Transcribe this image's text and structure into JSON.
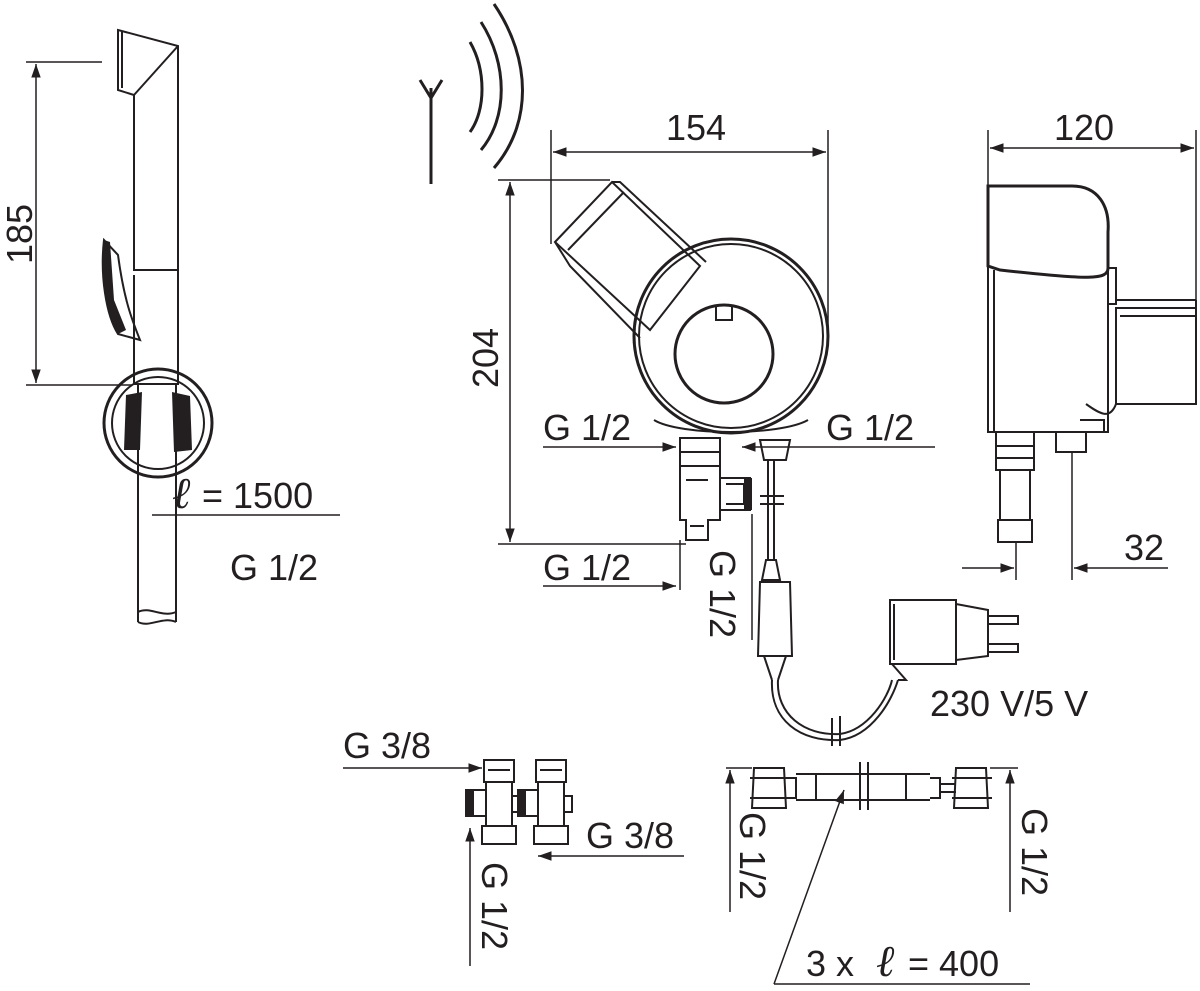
{
  "diagram": {
    "colors": {
      "line": "#231f20",
      "background": "#ffffff"
    },
    "hand_shower": {
      "height_dim": "185",
      "hose_length_label": "= 1500",
      "hose_length_symbol": "ℓ",
      "thread_label": "G 1/2"
    },
    "control_unit_front": {
      "width_dim": "154",
      "height_dim": "204",
      "inlet_left_label": "G 1/2",
      "inlet_right_label": "G 1/2",
      "outlet_bottom_label": "G 1/2",
      "outlet_side_label": "G 1/2"
    },
    "control_unit_side": {
      "depth_dim": "120",
      "offset_dim": "32"
    },
    "power_supply": {
      "voltage_label": "230 V/5 V"
    },
    "angle_valves": {
      "top_label": "G 3/8",
      "right_label": "G 3/8",
      "bottom_label": "G 1/2"
    },
    "connection_hoses": {
      "left_thread_label": "G 1/2",
      "right_thread_label": "G 1/2",
      "count_label": "3 x",
      "length_symbol": "ℓ",
      "length_label": "= 400"
    }
  }
}
